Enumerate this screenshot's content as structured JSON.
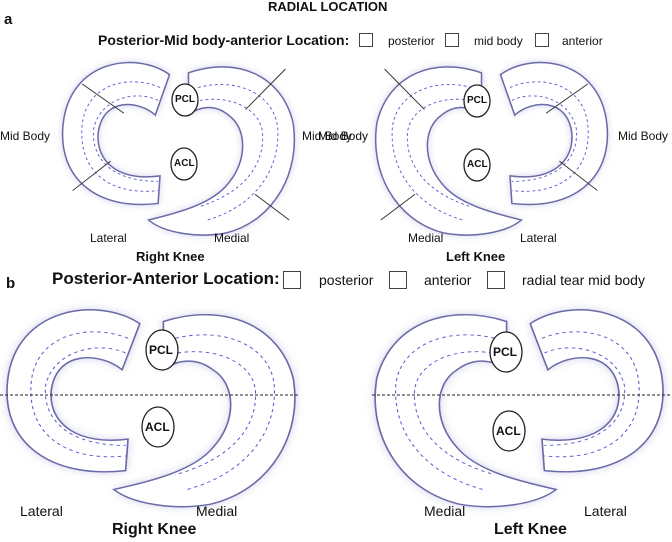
{
  "header": {
    "title": "RADIAL LOCATION"
  },
  "panel_a": {
    "letter": "a",
    "question": "Posterior-Mid body-anterior Location:",
    "options": [
      "posterior",
      "mid body",
      "anterior"
    ],
    "right_knee": {
      "title": "Right Knee",
      "side_left": "Mid Body",
      "side_right": "Mid Body",
      "bottom_left": "Lateral",
      "bottom_right": "Medial",
      "ligament_top": "PCL",
      "ligament_bottom": "ACL"
    },
    "left_knee": {
      "title": "Left Knee",
      "side_left": "Mid Body",
      "side_right": "Mid Body",
      "bottom_left": "Medial",
      "bottom_right": "Lateral",
      "ligament_top": "PCL",
      "ligament_bottom": "ACL"
    }
  },
  "panel_b": {
    "letter": "b",
    "question": "Posterior-Anterior Location:",
    "options": [
      "posterior",
      "anterior",
      "radial tear mid body"
    ],
    "right_knee": {
      "title": "Right Knee",
      "bottom_left": "Lateral",
      "bottom_right": "Medial",
      "ligament_top": "PCL",
      "ligament_bottom": "ACL"
    },
    "left_knee": {
      "title": "Left Knee",
      "bottom_left": "Medial",
      "bottom_right": "Lateral",
      "ligament_top": "PCL",
      "ligament_bottom": "ACL"
    }
  },
  "colors": {
    "outline": "#6a6aa8",
    "dash": "#5a5ad0",
    "fill": "#ffffff"
  }
}
